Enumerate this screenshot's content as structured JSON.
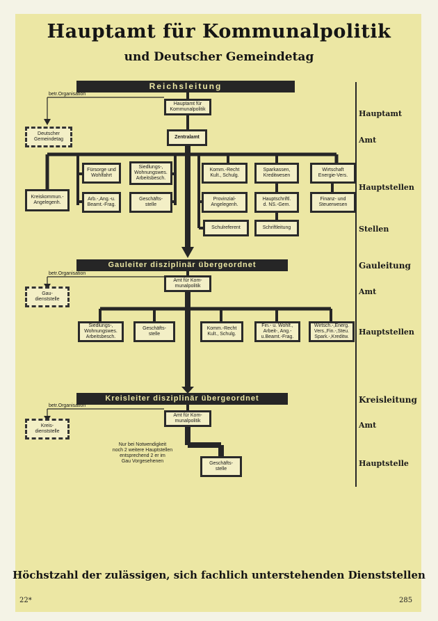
{
  "title": "Hauptamt für Kommunalpolitik",
  "subtitle": "und Deutscher Gemeindetag",
  "bars": {
    "reich": "Reichsleitung",
    "gau": "Gauleiter disziplinär übergeordnet",
    "kreis": "Kreisleiter disziplinär übergeordnet"
  },
  "betr_org": "betr.Organisation",
  "reich": {
    "hauptamt": "Hauptamt für\nKommunalpolitik",
    "gemeindetag": "Deutscher\nGemeindetag",
    "zentralamt": "Zentralamt",
    "hauptstellen": [
      "Kreiskommun.-\nAngelegenh.",
      "Fürsorge und\nWohlfahrt",
      "Siedlungs-,\nWohnungswes.\nArbeitsbesch.",
      "Arb.-,Ang.-u.\nBeamt.-Frag.",
      "Geschäfts-\nstelle",
      "Komm.-Recht\nKult., Schulg.",
      "Sparkassen,\nKreditwesen",
      "Wirtschaft\nEnergie-Vers.",
      "Provinzial-\nAngelegenh.",
      "Hauptschriftl.\nd. NS.-Gem.",
      "Finanz- und\nSteuerwesen"
    ],
    "stellen": [
      "Schulreferent",
      "Schriftleitung"
    ]
  },
  "gau": {
    "amt": "Amt für Kom-\nmunalpolitik",
    "dienststelle": "Gau-\ndienststelle",
    "hauptstellen": [
      "Siedlungs-,\nWohnungswes.\nArbeitsbesch.",
      "Geschäfts-\nstelle",
      "Komm.-Recht\nKult., Schulg.",
      "Fin.- u. Wohlf.,\nArbeit-, Ang.-\nu.Beamt.-Frag.",
      "Wirtsch.-,Energ.\nVers.,Fin.-,Steu.\nSpark.-,Kreditw."
    ]
  },
  "kreis": {
    "amt": "Amt für Kom-\nmunalpolitik",
    "dienststelle": "Kreis-\ndienststelle",
    "note": "Nur bei Notwendigkeit\nnoch 2 weitere Hauptstellen\nentsprechend 2 er im\nGau Vorgesehenen",
    "geschaeft": "Geschäfts-\nstelle"
  },
  "levels": {
    "hauptamt": "Hauptamt",
    "amt1": "Amt",
    "hauptstellen1": "Hauptstellen",
    "stellen": "Stellen",
    "gauleitung": "Gauleitung",
    "amt2": "Amt",
    "hauptstellen2": "Hauptstellen",
    "kreisleitung": "Kreisleitung",
    "amt3": "Amt",
    "hauptstelle": "Hauptstelle"
  },
  "footer": "Höchstzahl der zulässigen, sich fachlich unterstehenden Dienststellen",
  "page_left": "22*",
  "page_right": "285"
}
